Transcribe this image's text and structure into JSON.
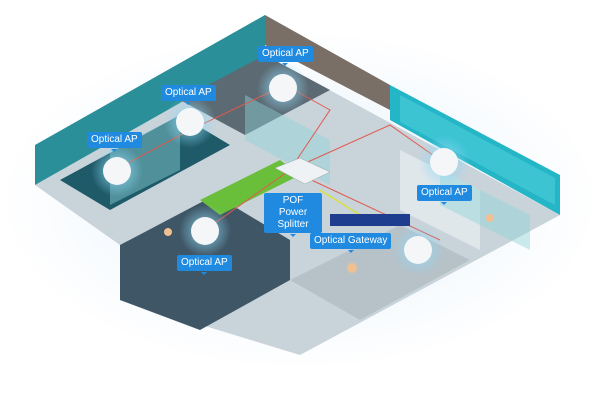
{
  "labels": {
    "ap_top": "Optical AP",
    "ap_upper_left": "Optical AP",
    "ap_left": "Optical AP",
    "ap_right": "Optical AP",
    "ap_lower_left": "Optical AP",
    "splitter": "POF Power Splitter",
    "gateway": "Optical Gateway"
  },
  "colors": {
    "label_bg": "#1f8ae0",
    "fiber_red": "#e05a4e",
    "fiber_yellow": "#d6e23a",
    "glass": "#2ab3c4"
  }
}
